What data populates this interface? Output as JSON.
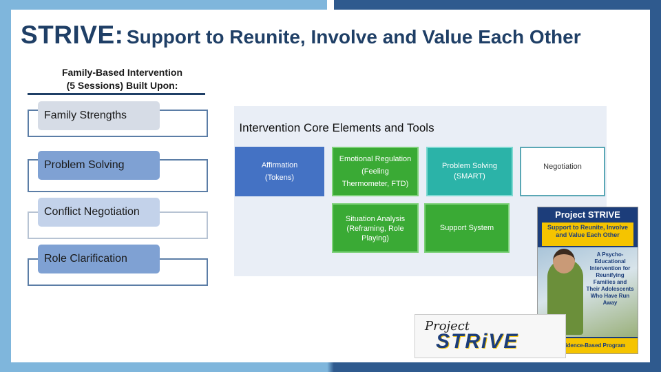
{
  "title": {
    "main": "STRIVE:",
    "rest": "Support to Reunite, Involve and Value Each Other"
  },
  "subtitle": {
    "line1": "Family-Based Intervention",
    "line2": "(5 Sessions) Built Upon:"
  },
  "strengths": [
    {
      "label": "Family Strengths"
    },
    {
      "label": "Problem Solving"
    },
    {
      "label": "Conflict Negotiation"
    },
    {
      "label": "Role Clarification"
    }
  ],
  "core": {
    "title": "Intervention Core  Elements and Tools",
    "affirmation": {
      "line1": "Affirmation",
      "line2": "(Tokens)"
    },
    "emotional": {
      "line1": "Emotional Regulation",
      "line2": "(Feeling",
      "line3": "Thermometer, FTD)"
    },
    "problem_solving": {
      "line1": "Problem Solving",
      "line2": "(SMART)"
    },
    "negotiation": {
      "line1": "Negotiation"
    },
    "situation": {
      "line1": "Situation Analysis",
      "line2": "(Reframing, Role",
      "line3": "Playing)"
    },
    "support": {
      "line1": "Support System"
    }
  },
  "book": {
    "title": "Project STRIVE",
    "subtitle": "Support to Reunite, Involve and Value Each Other",
    "description": "A Psycho-Educational Intervention for Reunifying Families and Their Adolescents Who Have Run Away",
    "footer": "An Evidence-Based Program"
  },
  "logo": {
    "top": "Project",
    "main": "STRiVE"
  },
  "colors": {
    "accent_dark": "#1f3f66",
    "accent_light": "#7fb6dc",
    "tile_blue": "#4472c4",
    "tile_green": "#3aaa35",
    "tile_teal": "#2bb3a8"
  }
}
